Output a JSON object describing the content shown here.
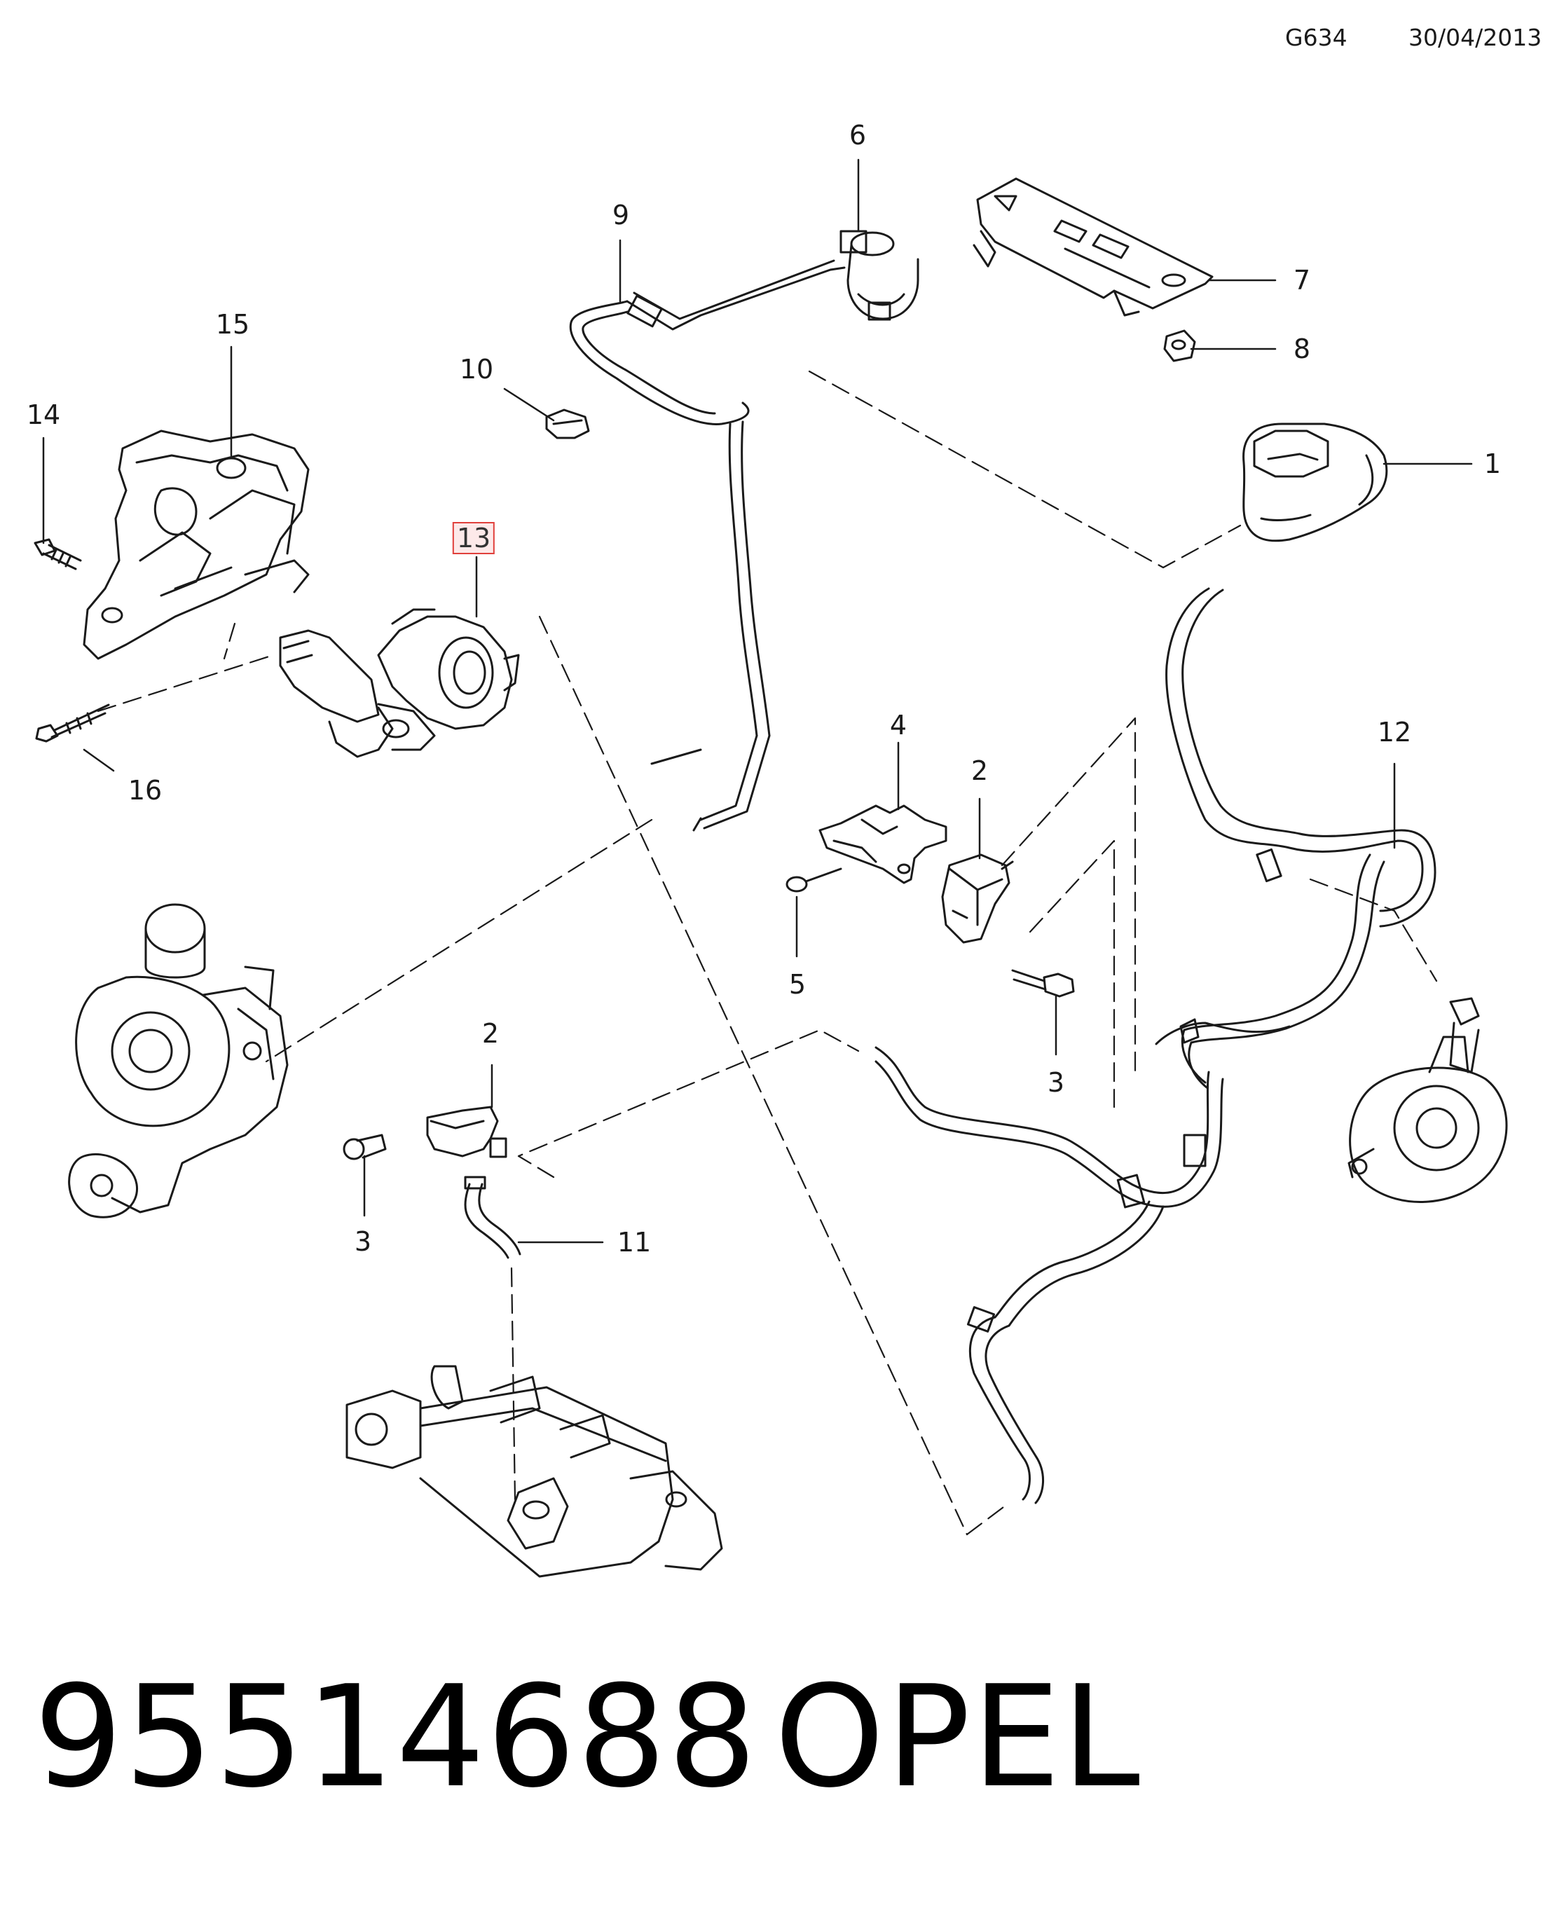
{
  "header": {
    "code": "G634",
    "date": "30/04/2013"
  },
  "callouts": [
    "1",
    "2",
    "2",
    "3",
    "3",
    "4",
    "5",
    "6",
    "7",
    "8",
    "9",
    "10",
    "11",
    "12",
    "13",
    "14",
    "15",
    "16"
  ],
  "highlighted_callout": "13",
  "footer": {
    "part_number": "95514688",
    "brand": "OPEL"
  },
  "colors": {
    "line": "#1a1a1a",
    "highlight_border": "#e0403c",
    "highlight_fill": "#fde9e9"
  }
}
